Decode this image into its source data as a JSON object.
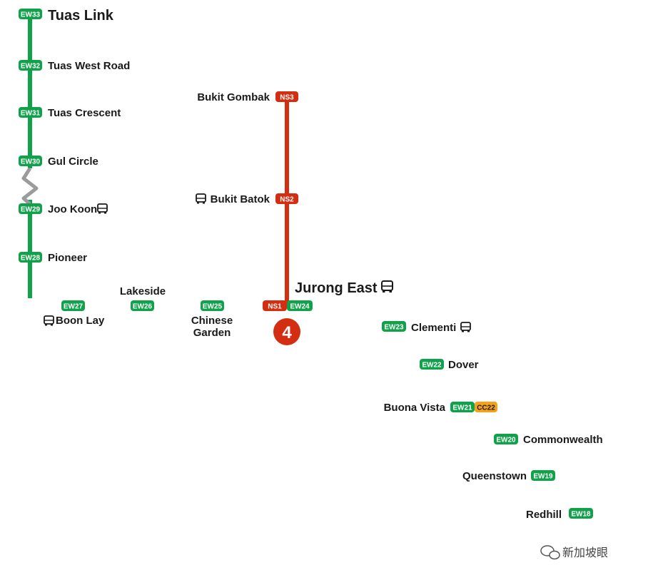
{
  "colors": {
    "ew_line": "#12a14b",
    "ns_line": "#d42e12",
    "cc_line": "#f5a21a",
    "tunnel": "#9b9b9b",
    "label": "#1a1a1a"
  },
  "stations": [
    {
      "id": "ew33",
      "code": "EW33",
      "name": "Tuas Link"
    },
    {
      "id": "ew32",
      "code": "EW32",
      "name": "Tuas West Road"
    },
    {
      "id": "ew31",
      "code": "EW31",
      "name": "Tuas Crescent"
    },
    {
      "id": "ew30",
      "code": "EW30",
      "name": "Gul Circle"
    },
    {
      "id": "ew29",
      "code": "EW29",
      "name": "Joo Koon",
      "bus": true
    },
    {
      "id": "ew28",
      "code": "EW28",
      "name": "Pioneer"
    },
    {
      "id": "ew27",
      "code": "EW27",
      "name": "Boon Lay",
      "bus": true
    },
    {
      "id": "ew26",
      "code": "EW26",
      "name": "Lakeside"
    },
    {
      "id": "ew25",
      "code": "EW25",
      "name_line1": "Chinese",
      "name_line2": "Garden"
    },
    {
      "id": "ew24",
      "code": "EW24",
      "code_ns": "NS1",
      "name": "Jurong East",
      "bus": true
    },
    {
      "id": "ew23",
      "code": "EW23",
      "name": "Clementi",
      "bus": true
    },
    {
      "id": "ew22",
      "code": "EW22",
      "name": "Dover"
    },
    {
      "id": "ew21",
      "code": "EW21",
      "code_cc": "CC22",
      "name": "Buona Vista"
    },
    {
      "id": "ew20",
      "code": "EW20",
      "name": "Commonwealth"
    },
    {
      "id": "ew19",
      "code": "EW19",
      "name": "Queenstown"
    },
    {
      "id": "ew18",
      "code": "EW18",
      "name": "Redhill"
    },
    {
      "id": "ns3",
      "code": "NS3",
      "name": "Bukit Gombak"
    },
    {
      "id": "ns2",
      "code": "NS2",
      "name": "Bukit Batok",
      "bus": true
    }
  ],
  "map_marker": "4",
  "watermark": "新加坡眼"
}
